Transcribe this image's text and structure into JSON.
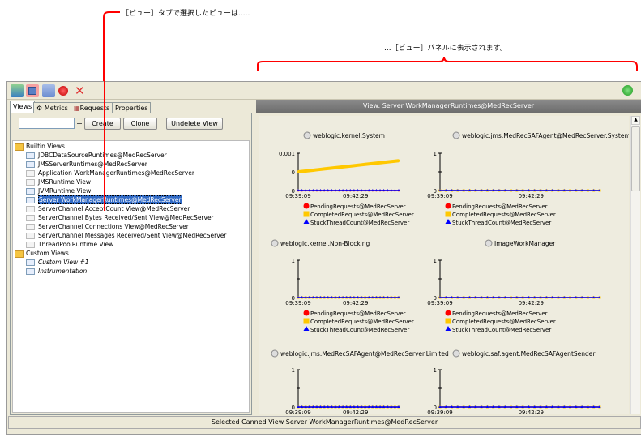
{
  "annotations": {
    "top": "［ビュー］タブで選択したビューは.....",
    "right": "...［ビュー］パネルに表示されます。"
  },
  "toolbar": {
    "icons": [
      "import-icon",
      "save-icon",
      "delete-view-icon",
      "record-icon",
      "close-icon"
    ],
    "status_color": "#33aa33"
  },
  "tabs": [
    {
      "label": "Views"
    },
    {
      "label": "Metrics"
    },
    {
      "label": "Requests"
    },
    {
      "label": "Properties"
    }
  ],
  "view_controls": {
    "name_value": "",
    "create": "Create",
    "clone": "Clone",
    "undelete": "Undelete View"
  },
  "tree": {
    "builtin_label": "Builtin Views",
    "builtin": [
      "JDBCDataSourceRuntimes@MedRecServer",
      "JMSServerRuntimes@MedRecServer",
      "Application WorkManagerRuntimes@MedRecServer",
      "JMSRuntime View",
      "JVMRuntime View",
      "Server WorkManagerRuntimes@MedRecServer",
      "ServerChannel AcceptCount View@MedRecServer",
      "ServerChannel Bytes Received/Sent View@MedRecServer",
      "ServerChannel Connections View@MedRecServer",
      "ServerChannel Messages Received/Sent View@MedRecServer",
      "ThreadPoolRuntime View"
    ],
    "selected_index": 5,
    "custom_label": "Custom Views",
    "custom": [
      "Custom View #1",
      "Instrumentation"
    ]
  },
  "view_header": "View:  Server WorkManagerRuntimes@MedRecServer",
  "status_bar": "Selected Canned View Server WorkManagerRuntimes@MedRecServer",
  "chart_data": [
    {
      "type": "line",
      "title": "weblogic.kernel.System",
      "yticks": [
        "0",
        "0",
        "0.001"
      ],
      "ylim": [
        0,
        0.001
      ],
      "xticks": [
        "09:39:09",
        "09:42:29"
      ],
      "series": [
        {
          "name": "PendingRequests@MedRecServer",
          "color": "#ff0000",
          "marker": "circle",
          "values": [
            0,
            0
          ]
        },
        {
          "name": "CompletedRequests@MedRecServer",
          "color": "#ffc800",
          "marker": "square",
          "values": [
            0.0005,
            0.00055,
            0.0006,
            0.00065,
            0.0007,
            0.00075,
            0.0008
          ]
        },
        {
          "name": "StuckThreadCount@MedRecServer",
          "color": "#0000ff",
          "marker": "triangle",
          "values": [
            0,
            0
          ]
        }
      ]
    },
    {
      "type": "line",
      "title": "weblogic.jms.MedRecSAFAgent@MedRecServer.System",
      "yticks": [
        "0",
        "1"
      ],
      "ylim": [
        0,
        1
      ],
      "xticks": [
        "09:39:09",
        "09:42:29"
      ],
      "series": [
        {
          "name": "PendingRequests@MedRecServer",
          "color": "#ff0000",
          "marker": "circle",
          "values": [
            0,
            0
          ]
        },
        {
          "name": "CompletedRequests@MedRecServer",
          "color": "#ffc800",
          "marker": "square",
          "values": [
            0,
            0
          ]
        },
        {
          "name": "StuckThreadCount@MedRecServer",
          "color": "#0000ff",
          "marker": "triangle",
          "values": [
            0,
            0
          ]
        }
      ]
    },
    {
      "type": "line",
      "title": "weblogic.kernel.Non-Blocking",
      "yticks": [
        "0",
        "1"
      ],
      "ylim": [
        0,
        1
      ],
      "xticks": [
        "09:39:09",
        "09:42:29"
      ],
      "series": [
        {
          "name": "PendingRequests@MedRecServer",
          "color": "#ff0000",
          "marker": "circle",
          "values": [
            0,
            0
          ]
        },
        {
          "name": "CompletedRequests@MedRecServer",
          "color": "#ffc800",
          "marker": "square",
          "values": [
            0,
            0
          ]
        },
        {
          "name": "StuckThreadCount@MedRecServer",
          "color": "#0000ff",
          "marker": "triangle",
          "values": [
            0,
            0
          ]
        }
      ]
    },
    {
      "type": "line",
      "title": "ImageWorkManager",
      "yticks": [
        "0",
        "1"
      ],
      "ylim": [
        0,
        1
      ],
      "xticks": [
        "09:39:09",
        "09:42:29"
      ],
      "series": [
        {
          "name": "PendingRequests@MedRecServer",
          "color": "#ff0000",
          "marker": "circle",
          "values": [
            0,
            0
          ]
        },
        {
          "name": "CompletedRequests@MedRecServer",
          "color": "#ffc800",
          "marker": "square",
          "values": [
            0,
            0
          ]
        },
        {
          "name": "StuckThreadCount@MedRecServer",
          "color": "#0000ff",
          "marker": "triangle",
          "values": [
            0,
            0
          ]
        }
      ]
    },
    {
      "type": "line",
      "title": "weblogic.jms.MedRecSAFAgent@MedRecServer.Limited",
      "yticks": [
        "0",
        "1"
      ],
      "ylim": [
        0,
        1
      ],
      "xticks": [
        "09:39:09",
        "09:42:29"
      ],
      "series": [
        {
          "name": "PendingRequests@MedRecServer",
          "color": "#ff0000",
          "marker": "circle",
          "values": [
            0,
            0
          ]
        },
        {
          "name": "CompletedRequests@MedRecServer",
          "color": "#ffc800",
          "marker": "square",
          "values": [
            0,
            0
          ]
        },
        {
          "name": "StuckThreadCount@MedRecServer",
          "color": "#0000ff",
          "marker": "triangle",
          "values": [
            0,
            0
          ]
        }
      ]
    },
    {
      "type": "line",
      "title": "weblogic.saf.agent.MedRecSAFAgentSender",
      "yticks": [
        "0",
        "1"
      ],
      "ylim": [
        0,
        1
      ],
      "xticks": [
        "09:39:09",
        "09:42:29"
      ],
      "series": [
        {
          "name": "PendingRequests@MedRecServer",
          "color": "#ff0000",
          "marker": "circle",
          "values": [
            0,
            0
          ]
        },
        {
          "name": "CompletedRequests@MedRecServer",
          "color": "#ffc800",
          "marker": "square",
          "values": [
            0,
            0
          ]
        },
        {
          "name": "StuckThreadCount@MedRecServer",
          "color": "#0000ff",
          "marker": "triangle",
          "values": [
            0,
            0
          ]
        }
      ]
    }
  ]
}
